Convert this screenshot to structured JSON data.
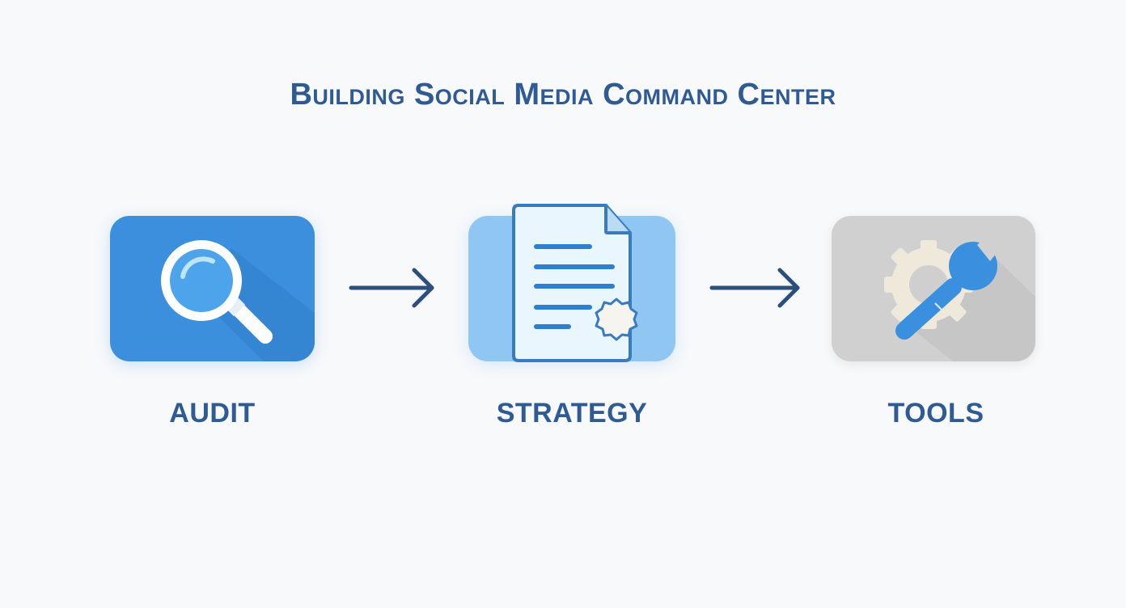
{
  "diagram": {
    "title": "Building Social Media Command Center",
    "type": "process-flow",
    "steps": [
      {
        "label": "AUDIT",
        "icon": "magnifying-glass-icon",
        "tile_color": "#3b8fdc"
      },
      {
        "label": "STRATEGY",
        "icon": "document-gear-icon",
        "tile_color": "#8fc6f2"
      },
      {
        "label": "TOOLS",
        "icon": "wrench-gear-icon",
        "tile_color": "#d0d0d0"
      }
    ],
    "connectors": [
      "arrow-right-icon",
      "arrow-right-icon"
    ],
    "colors": {
      "text": "#2f5a93",
      "arrow": "#2e4f7a",
      "background": "#f7f9fb"
    }
  }
}
